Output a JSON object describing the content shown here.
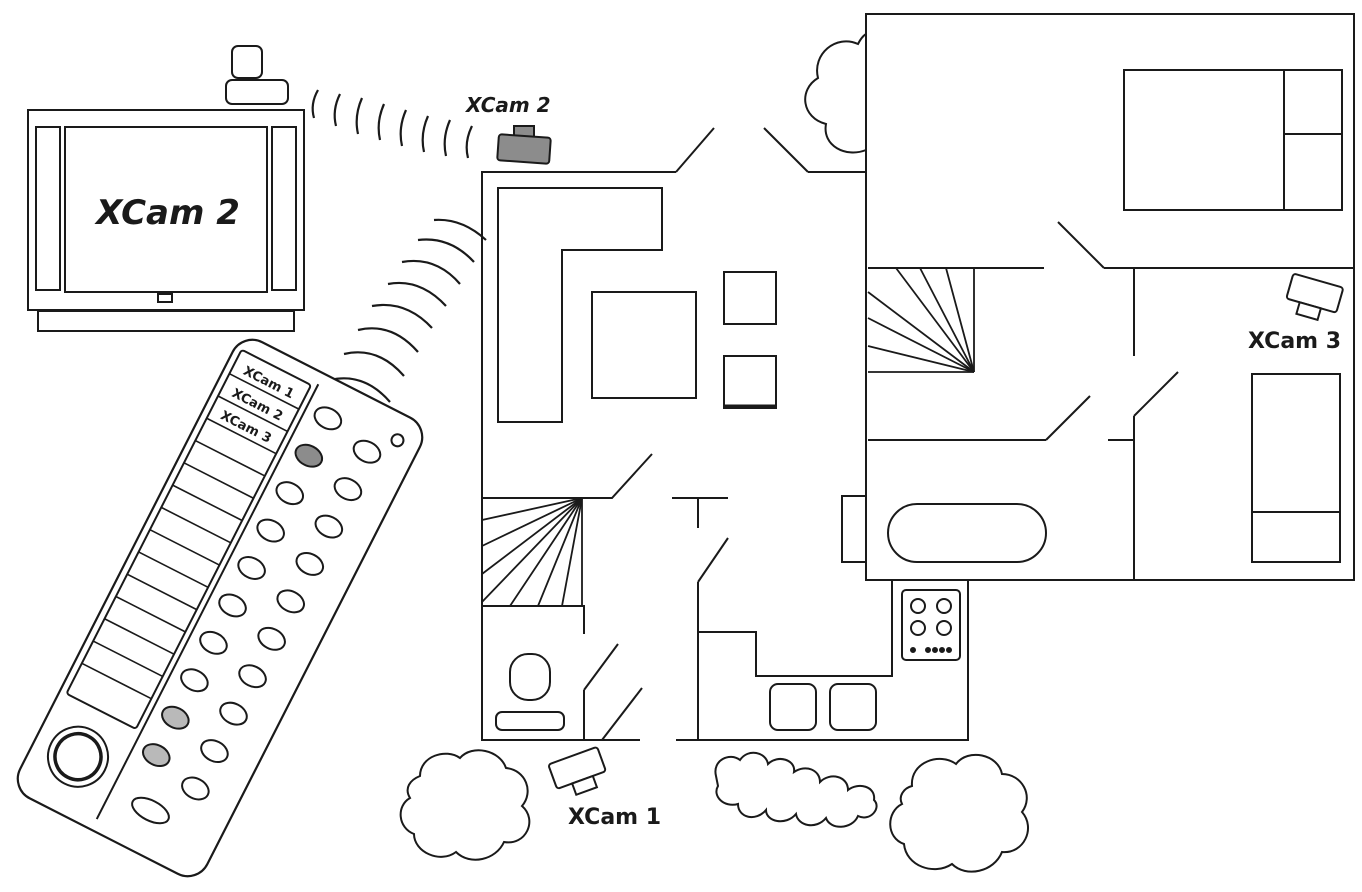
{
  "tv": {
    "screen_text": "XCam 2"
  },
  "cameras": {
    "cam1": {
      "label": "XCam 1"
    },
    "cam2": {
      "label": "XCam 2",
      "color": "#8c8c8c"
    },
    "cam3": {
      "label": "XCam 3"
    }
  },
  "remote": {
    "list_items": [
      "XCam 1",
      "XCam 2",
      "XCam 3"
    ],
    "highlight_color": "#b9b9b9",
    "active_color": "#8c8c8c"
  },
  "colors": {
    "line": "#1a1a1a",
    "background": "#ffffff"
  }
}
